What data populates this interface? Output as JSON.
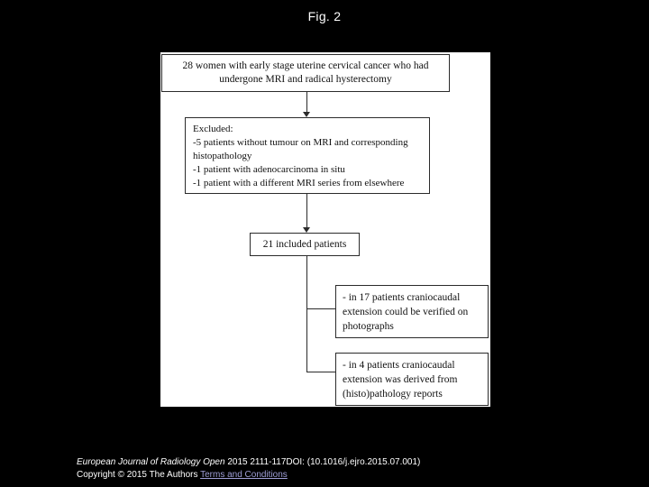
{
  "slide": {
    "title": "Fig. 2"
  },
  "flowchart": {
    "box_top": "28 women with early stage uterine cervical cancer who had undergone MRI and radical hysterectomy",
    "box_excluded": {
      "header": "Excluded:",
      "items": [
        "-5 patients without tumour on MRI and corresponding histopathology",
        "-1 patient with adenocarcinoma in situ",
        "-1 patient with a different MRI series from elsewhere"
      ]
    },
    "box_included": "21 included patients",
    "box_photographs": "- in 17 patients craniocaudal extension could be verified on photographs",
    "box_pathology": "- in 4 patients craniocaudal extension was derived from (histo)pathology reports"
  },
  "footer": {
    "citation_journal": "European Journal of Radiology Open",
    "citation_rest": " 2015 2111-117DOI: (10.1016/j.ejro.2015.07.001)",
    "copyright_text": "Copyright © 2015 The Authors ",
    "terms_link": "Terms and Conditions"
  },
  "colors": {
    "slide_background": "#000000",
    "figure_background": "#ffffff",
    "box_border": "#2b2b2b",
    "figure_text": "#111111",
    "footer_text": "#ffffff",
    "terms_link": "#9e9ed6"
  }
}
